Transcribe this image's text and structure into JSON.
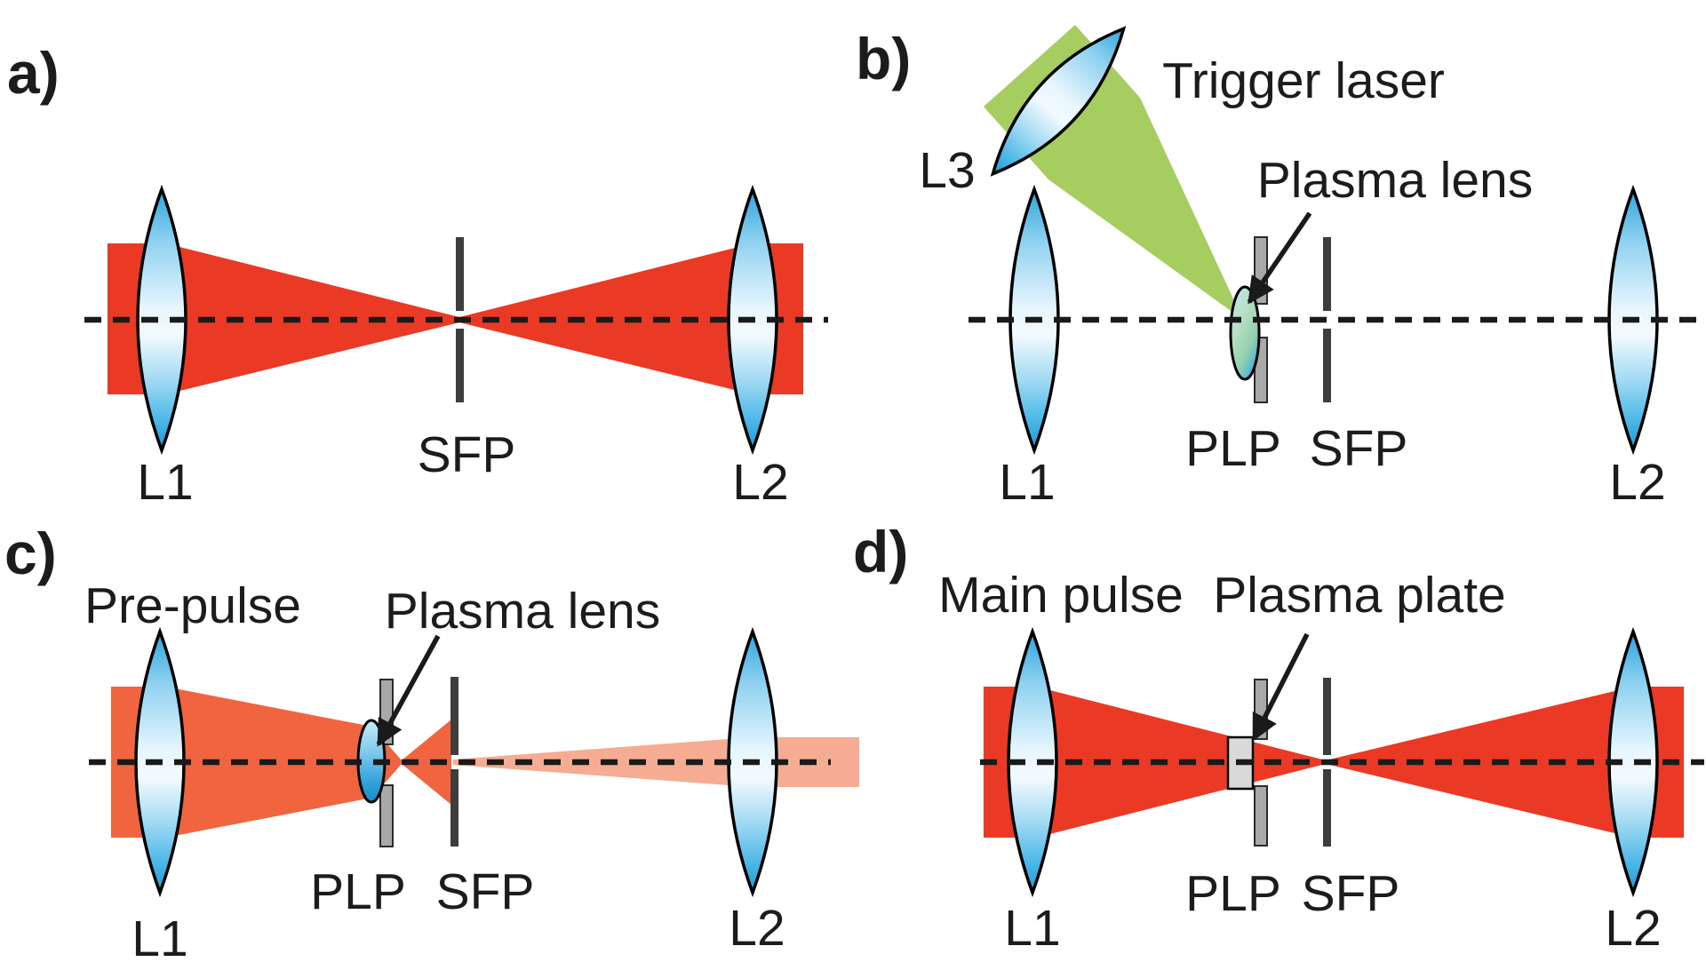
{
  "colors": {
    "background": "#ffffff",
    "beam_red": "#ea3a25",
    "pre_pulse_red": "#f0653f",
    "attenuated_beam": "#f6ac92",
    "trigger_green": "#a5cd5f",
    "lens_blue_deep": "#2da5dc",
    "lens_blue_light": "#e8f6fd",
    "plasma_lens_green": "#b5dec0",
    "plp_gray": "#a9a9a9",
    "plate_gray": "#d9d9d9",
    "sfp_dark": "#3d3d3d",
    "axis_black": "#1a1a1a",
    "text_black": "#1c1c1c"
  },
  "panels": {
    "a": {
      "tag": "a)",
      "labels": {
        "sfp": "SFP",
        "l1": "L1",
        "l2": "L2"
      }
    },
    "b": {
      "tag": "b)",
      "labels": {
        "trigger_laser": "Trigger laser",
        "plasma_lens": "Plasma lens",
        "l3": "L3",
        "l1": "L1",
        "plp": "PLP",
        "sfp": "SFP",
        "l2": "L2"
      }
    },
    "c": {
      "tag": "c)",
      "labels": {
        "pre_pulse": "Pre-pulse",
        "plasma_lens": "Plasma lens",
        "l1": "L1",
        "plp": "PLP",
        "sfp": "SFP",
        "l2": "L2"
      }
    },
    "d": {
      "tag": "d)",
      "labels": {
        "main_pulse": "Main pulse",
        "plasma_plate": "Plasma plate",
        "l1": "L1",
        "plp": "PLP",
        "sfp": "SFP",
        "l2": "L2"
      }
    }
  }
}
